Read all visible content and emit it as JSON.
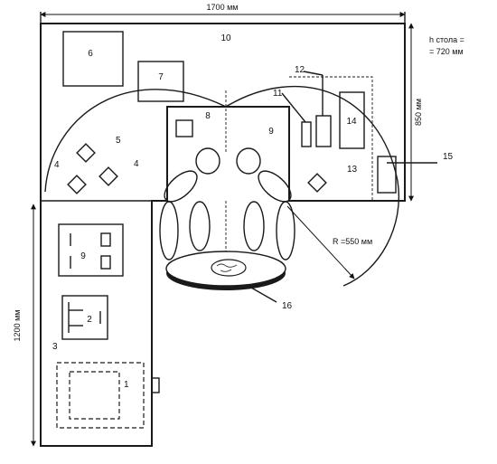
{
  "dimensions": {
    "width_top": "1700 мм",
    "depth_right": "850 мм",
    "length_left": "1200 мм",
    "table_height_line1": "h стола =",
    "table_height_line2": "= 720 мм",
    "radius": "R =550 мм"
  },
  "labels": {
    "n1": "1",
    "n2": "2",
    "n3": "3",
    "n4a": "4",
    "n4b": "4",
    "n5": "5",
    "n6": "6",
    "n7": "7",
    "n8": "8",
    "n9a": "9",
    "n9b": "9",
    "n10": "10",
    "n11": "11",
    "n12": "12",
    "n13": "13",
    "n14": "14",
    "n15": "15",
    "n16": "16"
  }
}
